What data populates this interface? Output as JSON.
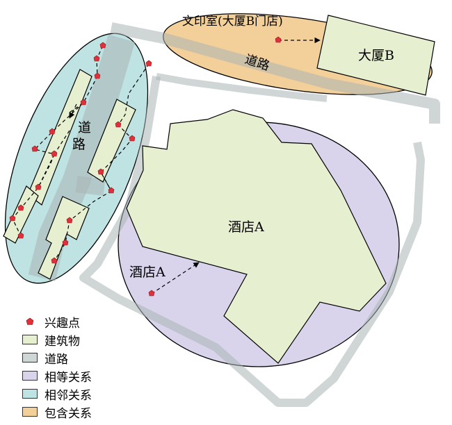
{
  "labels": {
    "office_room": "文印室(大厦B门店)",
    "building_b": "大厦B",
    "road_top": "道路",
    "road_left_1": "道",
    "road_left_2": "路",
    "hotel_a_building": "酒店A",
    "hotel_a_poi": "酒店A"
  },
  "legend": [
    {
      "label": "兴趣点",
      "kind": "poi",
      "color": "#e0303a"
    },
    {
      "label": "建筑物",
      "kind": "swatch",
      "color": "#e6efcf"
    },
    {
      "label": "道路",
      "kind": "swatch",
      "color": "#cfd6d6"
    },
    {
      "label": "相等关系",
      "kind": "swatch",
      "color": "#d9d4ec"
    },
    {
      "label": "相邻关系",
      "kind": "swatch",
      "color": "#bfe3e3"
    },
    {
      "label": "包含关系",
      "kind": "swatch",
      "color": "#f3cf9a"
    }
  ],
  "colors": {
    "building": "#e6efcf",
    "road": "#cfd6d6",
    "equal": "#d9d4ec",
    "adjacent": "#bfe3e3",
    "contain": "#f3cf9a",
    "poi": "#e0303a"
  }
}
